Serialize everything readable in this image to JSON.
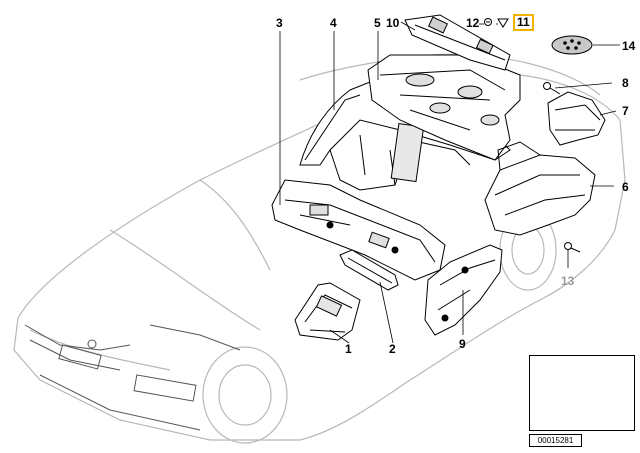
{
  "diagram": {
    "reference_code": "00015281",
    "callouts": [
      {
        "id": "c1",
        "label": "1",
        "style": "normal"
      },
      {
        "id": "c2",
        "label": "2",
        "style": "normal"
      },
      {
        "id": "c3",
        "label": "3",
        "style": "normal"
      },
      {
        "id": "c4",
        "label": "4",
        "style": "normal"
      },
      {
        "id": "c5",
        "label": "5",
        "style": "normal"
      },
      {
        "id": "c6",
        "label": "6",
        "style": "normal"
      },
      {
        "id": "c7",
        "label": "7",
        "style": "normal"
      },
      {
        "id": "c8",
        "label": "8",
        "style": "normal"
      },
      {
        "id": "c9",
        "label": "9",
        "style": "normal"
      },
      {
        "id": "c10",
        "label": "10",
        "style": "normal"
      },
      {
        "id": "c11",
        "label": "11",
        "style": "highlighted"
      },
      {
        "id": "c12",
        "label": "12",
        "style": "normal"
      },
      {
        "id": "c13",
        "label": "13",
        "style": "muted"
      },
      {
        "id": "c14",
        "label": "14",
        "style": "normal"
      }
    ],
    "colors": {
      "line": "#000000",
      "car_outline": "#b8b8b8",
      "part_fill": "#ffffff",
      "part_shade": "#d0d0d0",
      "highlight_border": "#f0b400",
      "muted_label": "#9a9a9a",
      "thumbnail_part": "#1a1a1a"
    }
  }
}
